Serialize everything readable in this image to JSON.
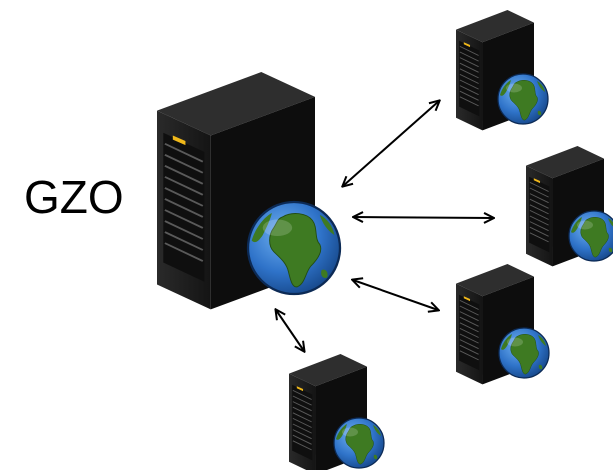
{
  "diagram": {
    "main_server_label": "GZO",
    "nodes": [
      {
        "role": "main-server",
        "icon": "server-globe-icon"
      },
      {
        "role": "remote-server",
        "icon": "server-globe-icon"
      },
      {
        "role": "remote-server",
        "icon": "server-globe-icon"
      },
      {
        "role": "remote-server",
        "icon": "server-globe-icon"
      },
      {
        "role": "remote-server",
        "icon": "server-globe-icon"
      }
    ],
    "connections": "bidirectional",
    "colors": {
      "server_front": "#1c1c1c",
      "server_side": "#0b0b0b",
      "server_top": "#2e2e2e",
      "globe_ocean": "#2f73c9",
      "globe_land": "#3e7a22",
      "led": "#f0b81a",
      "arrow": "#000000"
    }
  }
}
